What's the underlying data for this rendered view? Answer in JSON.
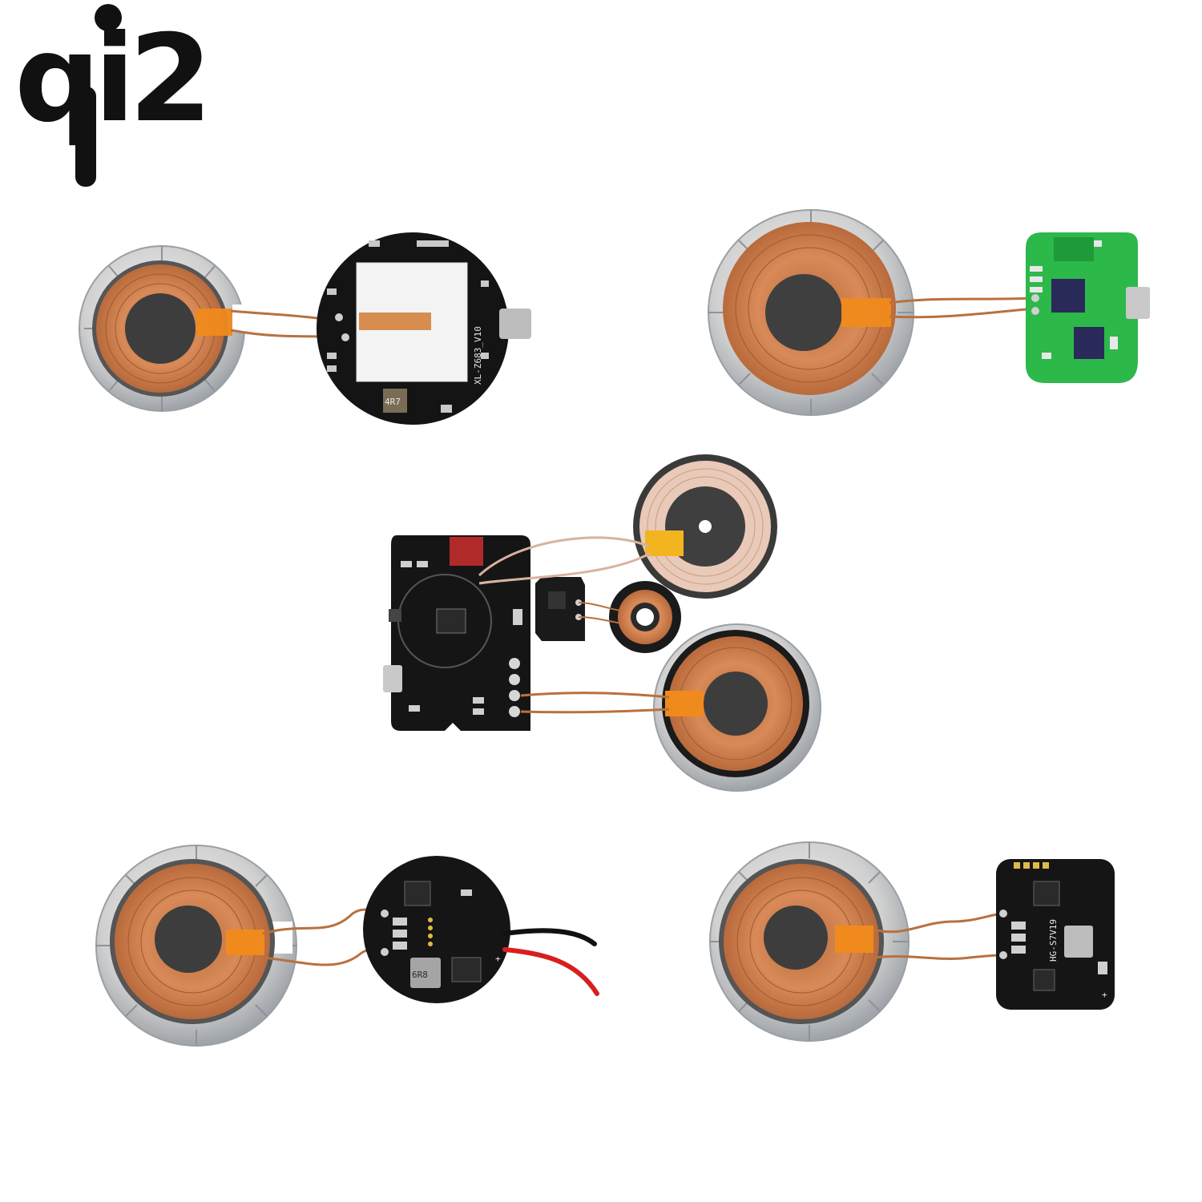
{
  "logo": {
    "text": "qi2",
    "color": "#111111"
  },
  "colors": {
    "background": "#ffffff",
    "copper": "#c8794a",
    "copper_dark": "#a65a2e",
    "ferrite": "#3d3d3d",
    "metal_ring": "#d4d4d4",
    "kapton": "#f08a1c",
    "pcb_black": "#151515",
    "pcb_green": "#2db84a",
    "solder_mask_silver": "#c9c9c9",
    "wire_red": "#d81e1e",
    "wire_black": "#111111"
  },
  "boards": {
    "top_left_label": "XL-Z683_V10",
    "bottom_left_inductor": "6R8",
    "bottom_right_label": "HG-S7V19",
    "top_left_inductor": "4R7",
    "bottom_left_plus": "+",
    "bottom_right_plus": "+"
  }
}
